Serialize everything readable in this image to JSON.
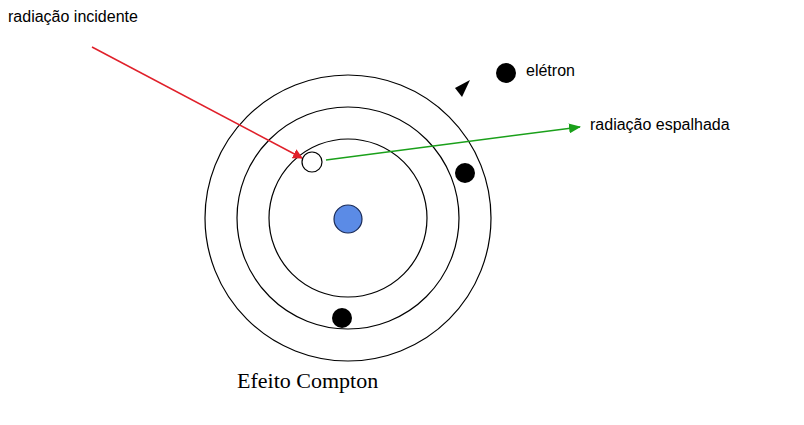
{
  "diagram": {
    "caption": "Efeito Compton",
    "labels": [
      "radiação incidente",
      "elétron",
      "radiação espalhada"
    ]
  }
}
